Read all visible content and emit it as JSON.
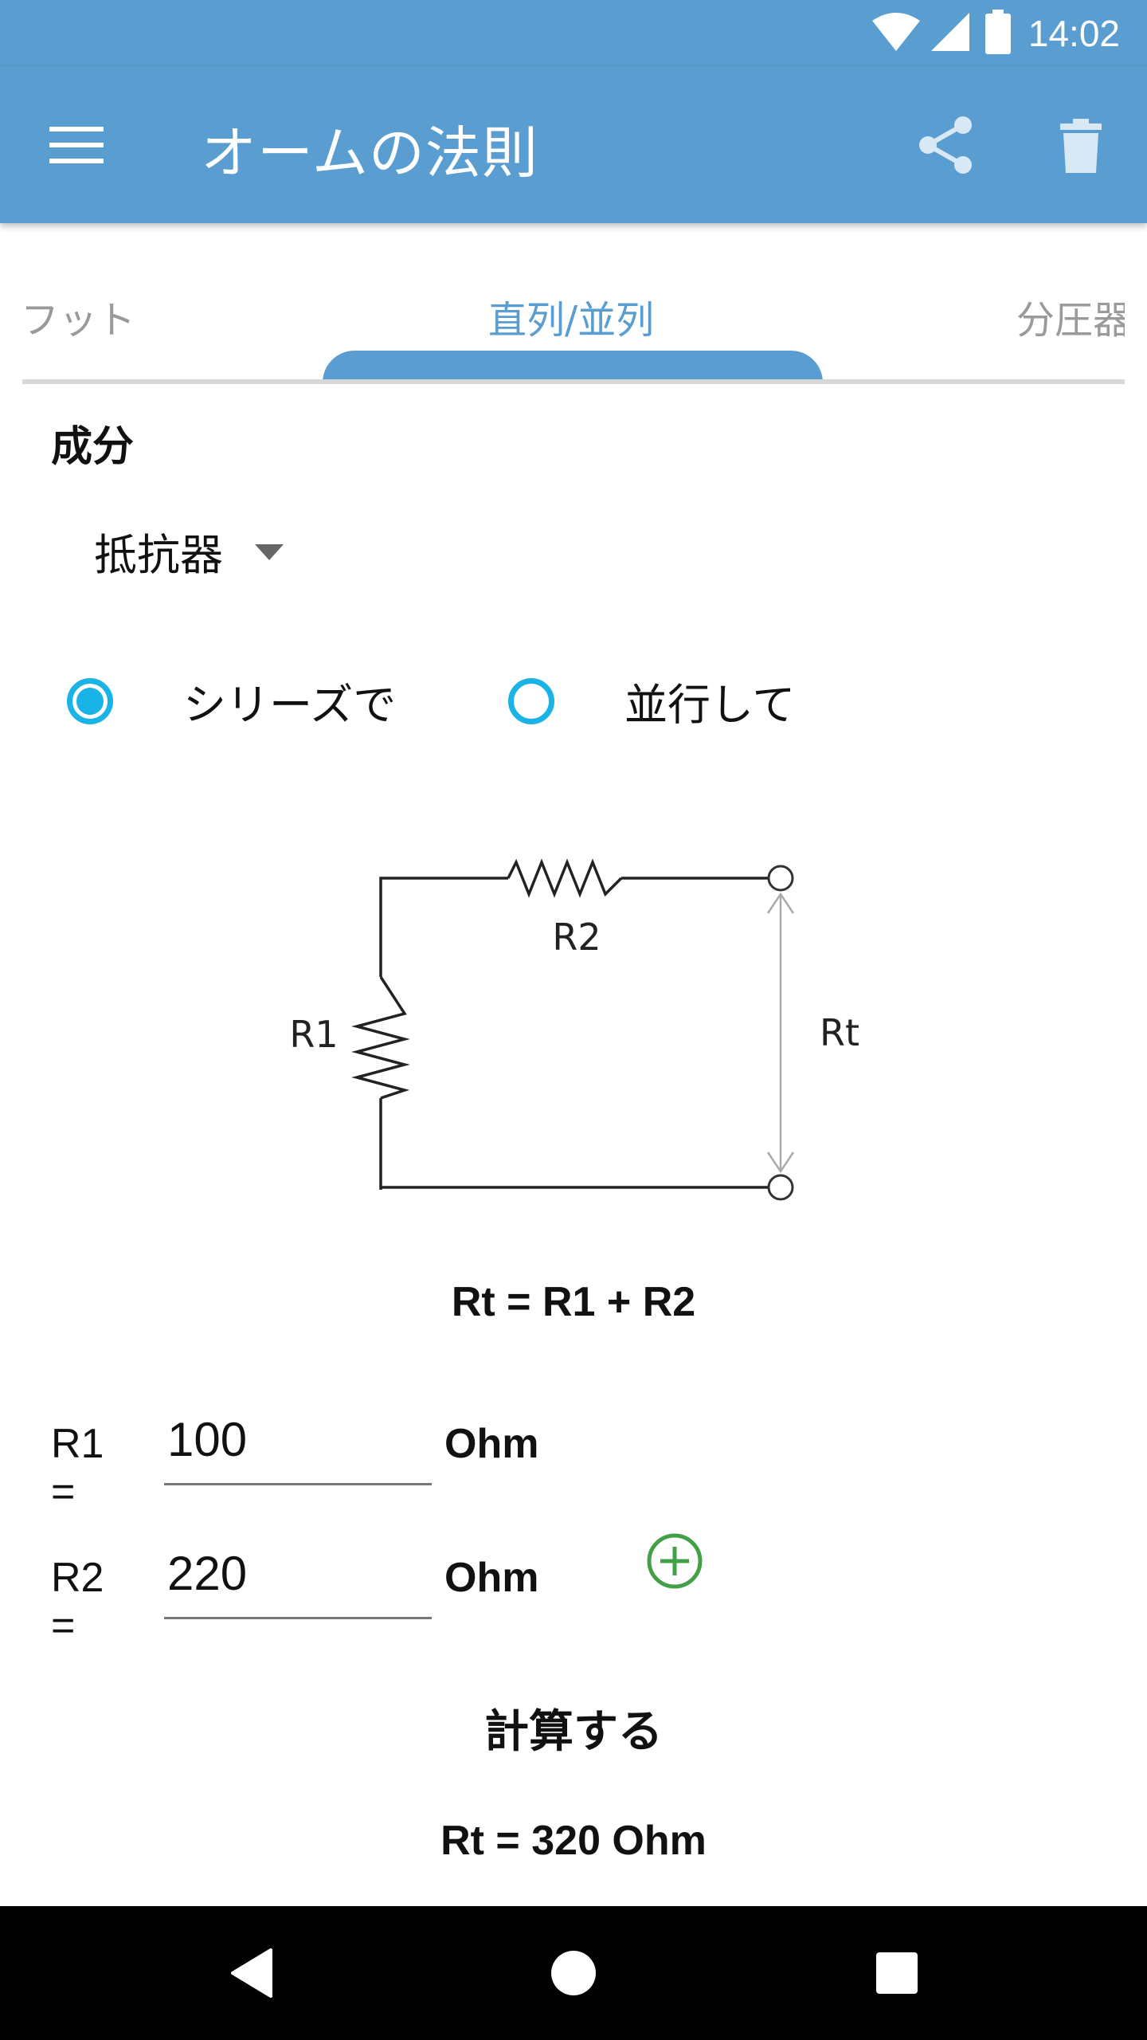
{
  "status_bar": {
    "time": "14:02",
    "icons": [
      "wifi-icon",
      "signal-icon",
      "battery-icon"
    ]
  },
  "app_bar": {
    "title": "オームの法則",
    "menu_icon": "menu-icon",
    "share_icon": "share-icon",
    "delete_icon": "trash-icon"
  },
  "tabs": [
    {
      "label": "フット",
      "selected": false
    },
    {
      "label": "直列/並列",
      "selected": true
    },
    {
      "label": "分圧器",
      "selected": false
    }
  ],
  "component": {
    "label": "成分",
    "selected": "抵抗器"
  },
  "mode": {
    "series_label": "シリーズで",
    "parallel_label": "並行して",
    "selected": "series"
  },
  "diagram": {
    "r1": "R1",
    "r2": "R2",
    "rt": "Rt"
  },
  "formula": "Rt = R1 + R2",
  "inputs": [
    {
      "label": "R1 =",
      "value": "100",
      "unit": "Ohm"
    },
    {
      "label": "R2 =",
      "value": "220",
      "unit": "Ohm"
    }
  ],
  "calculate_label": "計算する",
  "result": "Rt = 320 Ohm",
  "colors": {
    "primary": "#5a9dd0",
    "radio": "#1ab3e6",
    "add": "#43a047"
  }
}
